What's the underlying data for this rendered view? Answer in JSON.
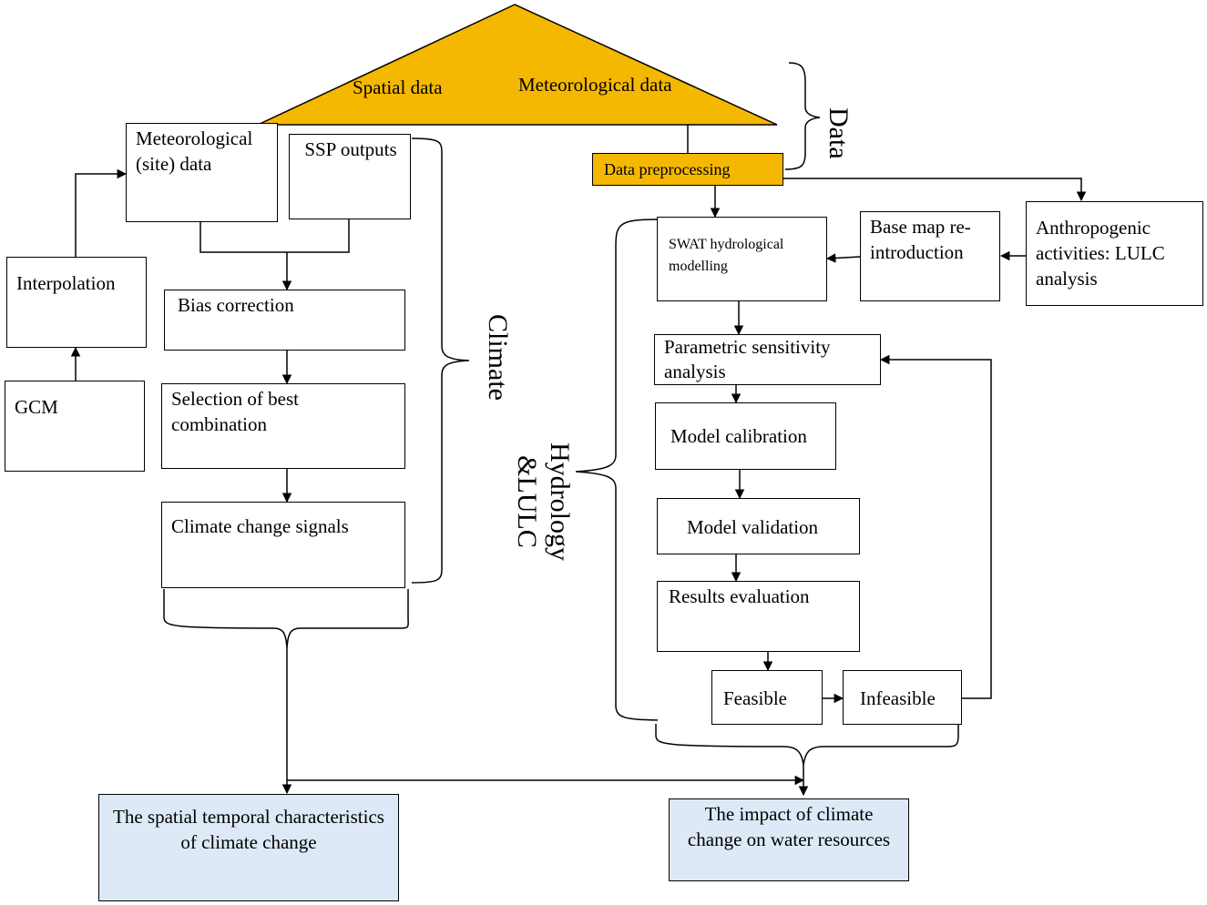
{
  "data_triangle": {
    "spatial": "Spatial data",
    "meteorological": "Meteorological data",
    "fill": "#f5b800"
  },
  "boxes": {
    "met_site": "Meteorological (site) data",
    "ssp_outputs": "SSP outputs",
    "interpolation": "Interpolation",
    "gcm": "GCM",
    "bias_correction": "Bias correction",
    "selection": "Selection of best combination",
    "climate_signals": "Climate change signals",
    "data_preprocessing": "Data preprocessing",
    "swat": "SWAT hydrological modelling",
    "base_map": "Base map re-introduction",
    "anthropogenic": "Anthropogenic activities: LULC analysis",
    "sensitivity": "Parametric sensitivity analysis",
    "calibration": "Model calibration",
    "validation": "Model validation",
    "results": "Results evaluation",
    "feasible": "Feasible",
    "infeasible": "Infeasible",
    "spatial_temporal": "The spatial temporal characteristics of climate change",
    "impact": "The impact of climate change on water resources"
  },
  "group_labels": {
    "data": "Data",
    "climate": "Climate",
    "hydrology_line1": "Hydrology",
    "hydrology_line2": "&LULC"
  },
  "colors": {
    "yellow": "#f5b800",
    "output_fill": "#dde9f6"
  }
}
